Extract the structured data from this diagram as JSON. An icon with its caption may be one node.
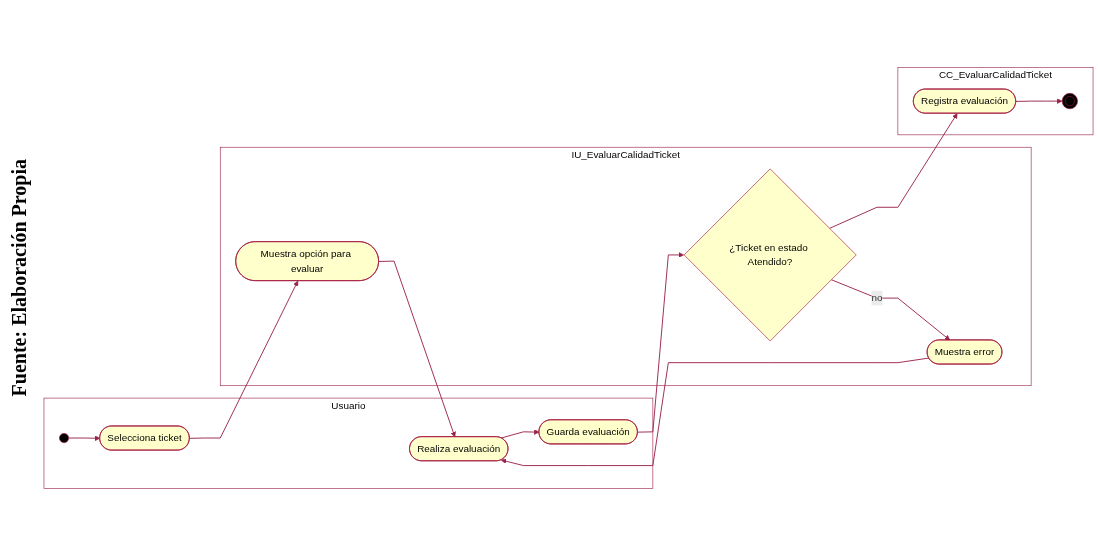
{
  "diagram": {
    "caption": "Fuente: Elaboración Propia",
    "nodes": [
      {
        "text": [
          "Usuario"
        ]
      },
      {
        "text": [],
        "shape": "circle",
        "in": 0
      },
      {
        "text": [
          "Selecciona ticket"
        ],
        "in": 0
      },
      {
        "text": [
          "Realiza evaluación"
        ],
        "in": 0
      },
      {
        "text": [
          "Guarda evaluación"
        ],
        "in": 0
      },
      {
        "text": [
          "IU_EvaluarCalidadTicket"
        ]
      },
      {
        "text": [
          "Muestra opción para evaluar"
        ],
        "in": 5
      },
      {
        "text": [
          "¿Ticket en estado Atendido?"
        ],
        "in": 5
      },
      {
        "text": [
          "Muestra error"
        ],
        "in": 5
      },
      {
        "text": [
          "CC_EvaluarCalidadTicket"
        ]
      },
      {
        "text": [
          "Registra evaluación"
        ],
        "in": 9
      },
      {
        "text": [],
        "shape": "circle",
        "in": 9
      }
    ],
    "edges": [
      {
        "from": 1,
        "to": 2,
        "arrow": "to"
      },
      {
        "from": 2,
        "to": 6,
        "arrow": "to"
      },
      {
        "from": 6,
        "to": 3,
        "arrow": "to"
      },
      {
        "from": 3,
        "to": 4,
        "arrow": "to"
      },
      {
        "from": 4,
        "to": 7,
        "arrow": "to"
      },
      {
        "from": 7,
        "to": 10,
        "arrow": "to"
      },
      {
        "from": 7,
        "to": 8,
        "arrow": "to",
        "label": "no"
      },
      {
        "from": 8,
        "to": 3,
        "arrow": "to"
      },
      {
        "from": 10,
        "to": 11,
        "arrow": "to"
      }
    ]
  }
}
